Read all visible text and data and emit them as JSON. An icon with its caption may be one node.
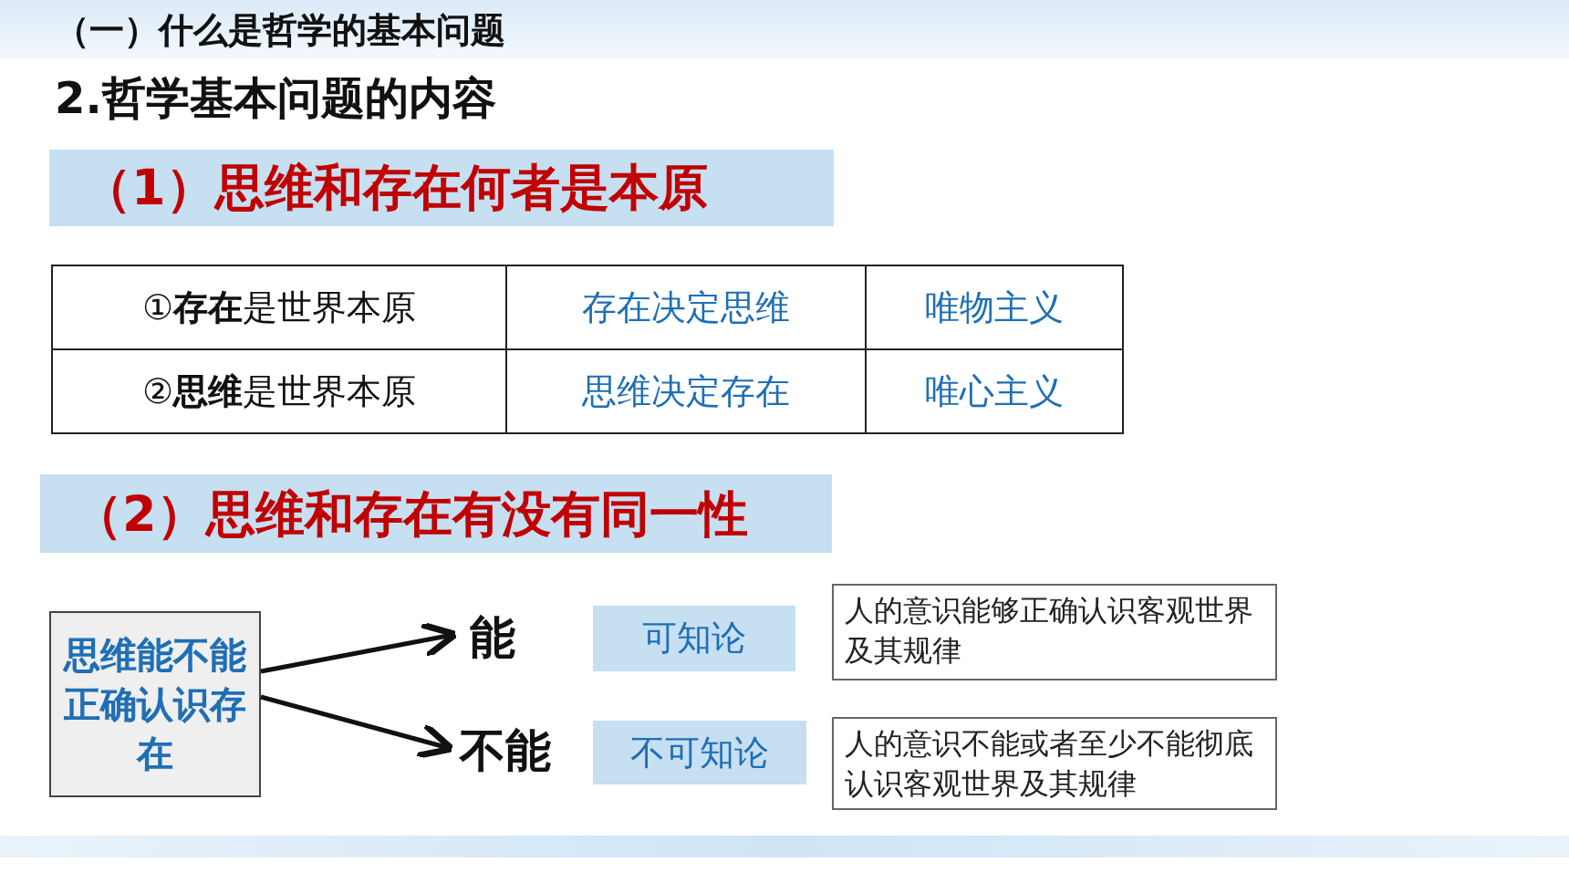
{
  "diagram": {
    "nodes": [
      {
        "text": [
          "（1）思维和存在何者是本原"
        ]
      },
      {
        "text": [
          "（2）思维和存在有没有同一性"
        ]
      },
      {
        "text": [
          "思维能不能正确认识存在"
        ]
      },
      {
        "text": [
          "能"
        ]
      },
      {
        "text": [
          "不能"
        ]
      },
      {
        "text": [
          "可知论"
        ]
      },
      {
        "text": [
          "人的意识能够正确认识客观世界及其规律"
        ]
      },
      {
        "text": [
          "不可知论"
        ]
      },
      {
        "text": [
          "人的意识不能或者至少不能彻底认识客观世界及其规律"
        ]
      }
    ],
    "edges": [
      {
        "from": 2,
        "to": 3,
        "arrow": "to"
      },
      {
        "from": 2,
        "to": 4,
        "arrow": "to"
      }
    ],
    "labels": [
      "（一）什么是哲学的基本问题",
      "2.哲学基本问题的内容",
      "①**存在**是世界本原",
      "存在决定思维",
      "唯物主义",
      "②**思维**是世界本原",
      "思维决定存在",
      "唯心主义"
    ]
  }
}
